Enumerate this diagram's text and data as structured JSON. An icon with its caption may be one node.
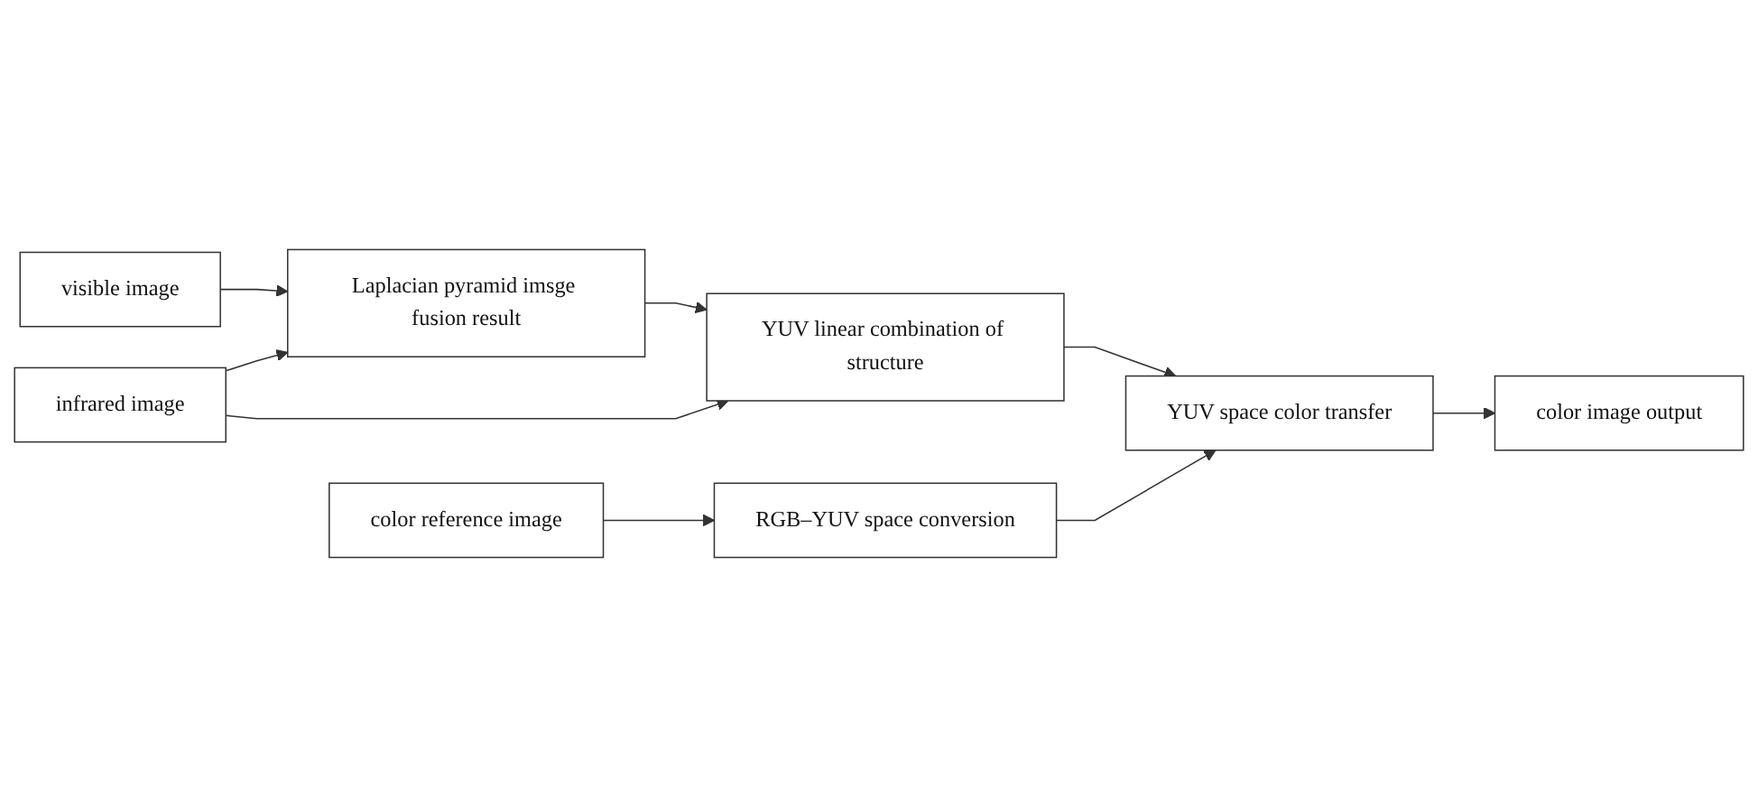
{
  "diagram": {
    "nodes": [
      {
        "text": [
          "visible image"
        ]
      },
      {
        "text": [
          "Laplacian pyramid imsge fusion result"
        ]
      },
      {
        "text": [
          "YUV linear combination of structure"
        ]
      },
      {
        "text": [
          "YUV space color transfer"
        ]
      },
      {
        "text": [
          "color image output"
        ]
      },
      {
        "text": [
          "infrared image"
        ]
      },
      {
        "text": [
          "color reference image"
        ]
      },
      {
        "text": [
          "RGB–YUV space conversion"
        ]
      }
    ],
    "edges": [
      {
        "from": 0,
        "to": 1,
        "arrow": "to"
      },
      {
        "from": 5,
        "to": 1,
        "arrow": "to"
      },
      {
        "from": 1,
        "to": 2,
        "arrow": "to"
      },
      {
        "from": 5,
        "to": 2,
        "arrow": "to"
      },
      {
        "from": 2,
        "to": 3,
        "arrow": "to"
      },
      {
        "from": 3,
        "to": 4,
        "arrow": "to"
      },
      {
        "from": 6,
        "to": 7,
        "arrow": "to"
      },
      {
        "from": 7,
        "to": 3,
        "arrow": "to"
      }
    ]
  }
}
